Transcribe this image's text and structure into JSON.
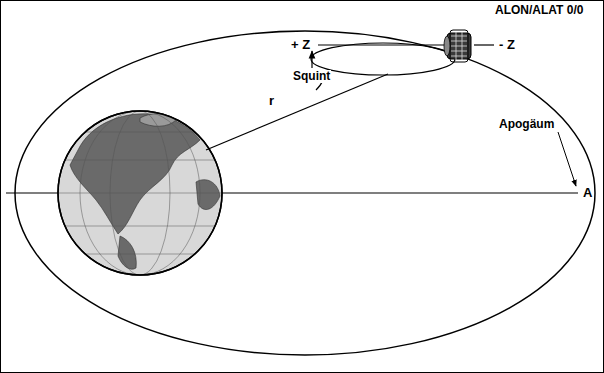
{
  "diagram": {
    "labels": [
      "ALON/ALAT 0/0",
      "+ Z",
      "- Z",
      "Squint",
      "r",
      "Apogäum",
      "A"
    ]
  }
}
